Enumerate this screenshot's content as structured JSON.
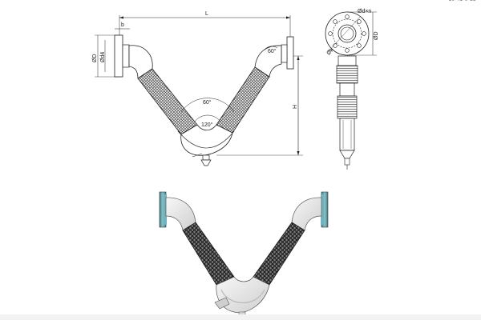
{
  "drawing": {
    "reference_number": "10-41-0-22",
    "dimensions": {
      "overall_length": "L",
      "height": "H",
      "flange_thickness": "b",
      "flange_outer_diameter": "ØD",
      "raised_face_diameter": "Ød4",
      "bolt_circle_diameter": "Øk",
      "bolt_holes": "Ød×n",
      "flange_od_side_view": "ØD"
    },
    "angles": {
      "bottom_bend_inner": "60°",
      "bottom_bend_outer": "120°",
      "top_right_elbow": "60°"
    }
  },
  "colors": {
    "line": "#222222",
    "pipe_fill": "#e9e9e9",
    "flange_face": "#5a9ea7",
    "braid_dark": "#2a2a2a",
    "braid_light": "#9a9a9a"
  }
}
